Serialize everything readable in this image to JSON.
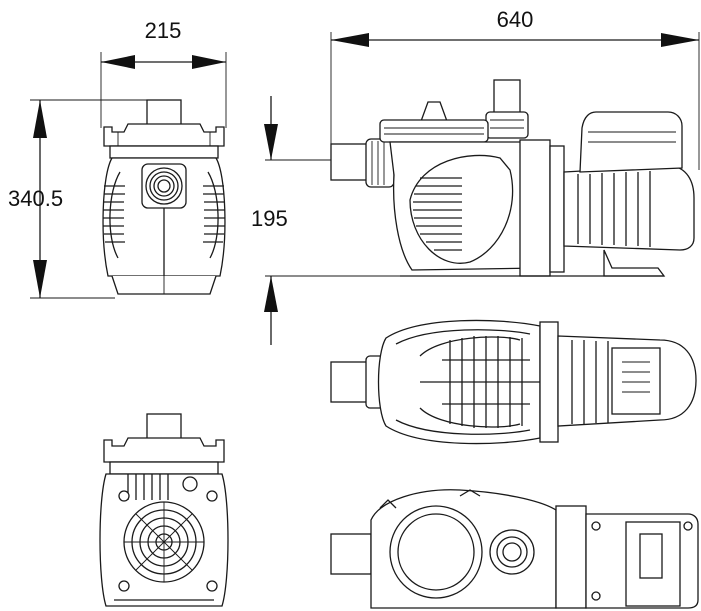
{
  "dimensions": {
    "front_width": "215",
    "front_height": "340.5",
    "side_length": "640",
    "inlet_height": "195"
  },
  "colors": {
    "line": "#1a1a1a",
    "background": "#ffffff"
  }
}
